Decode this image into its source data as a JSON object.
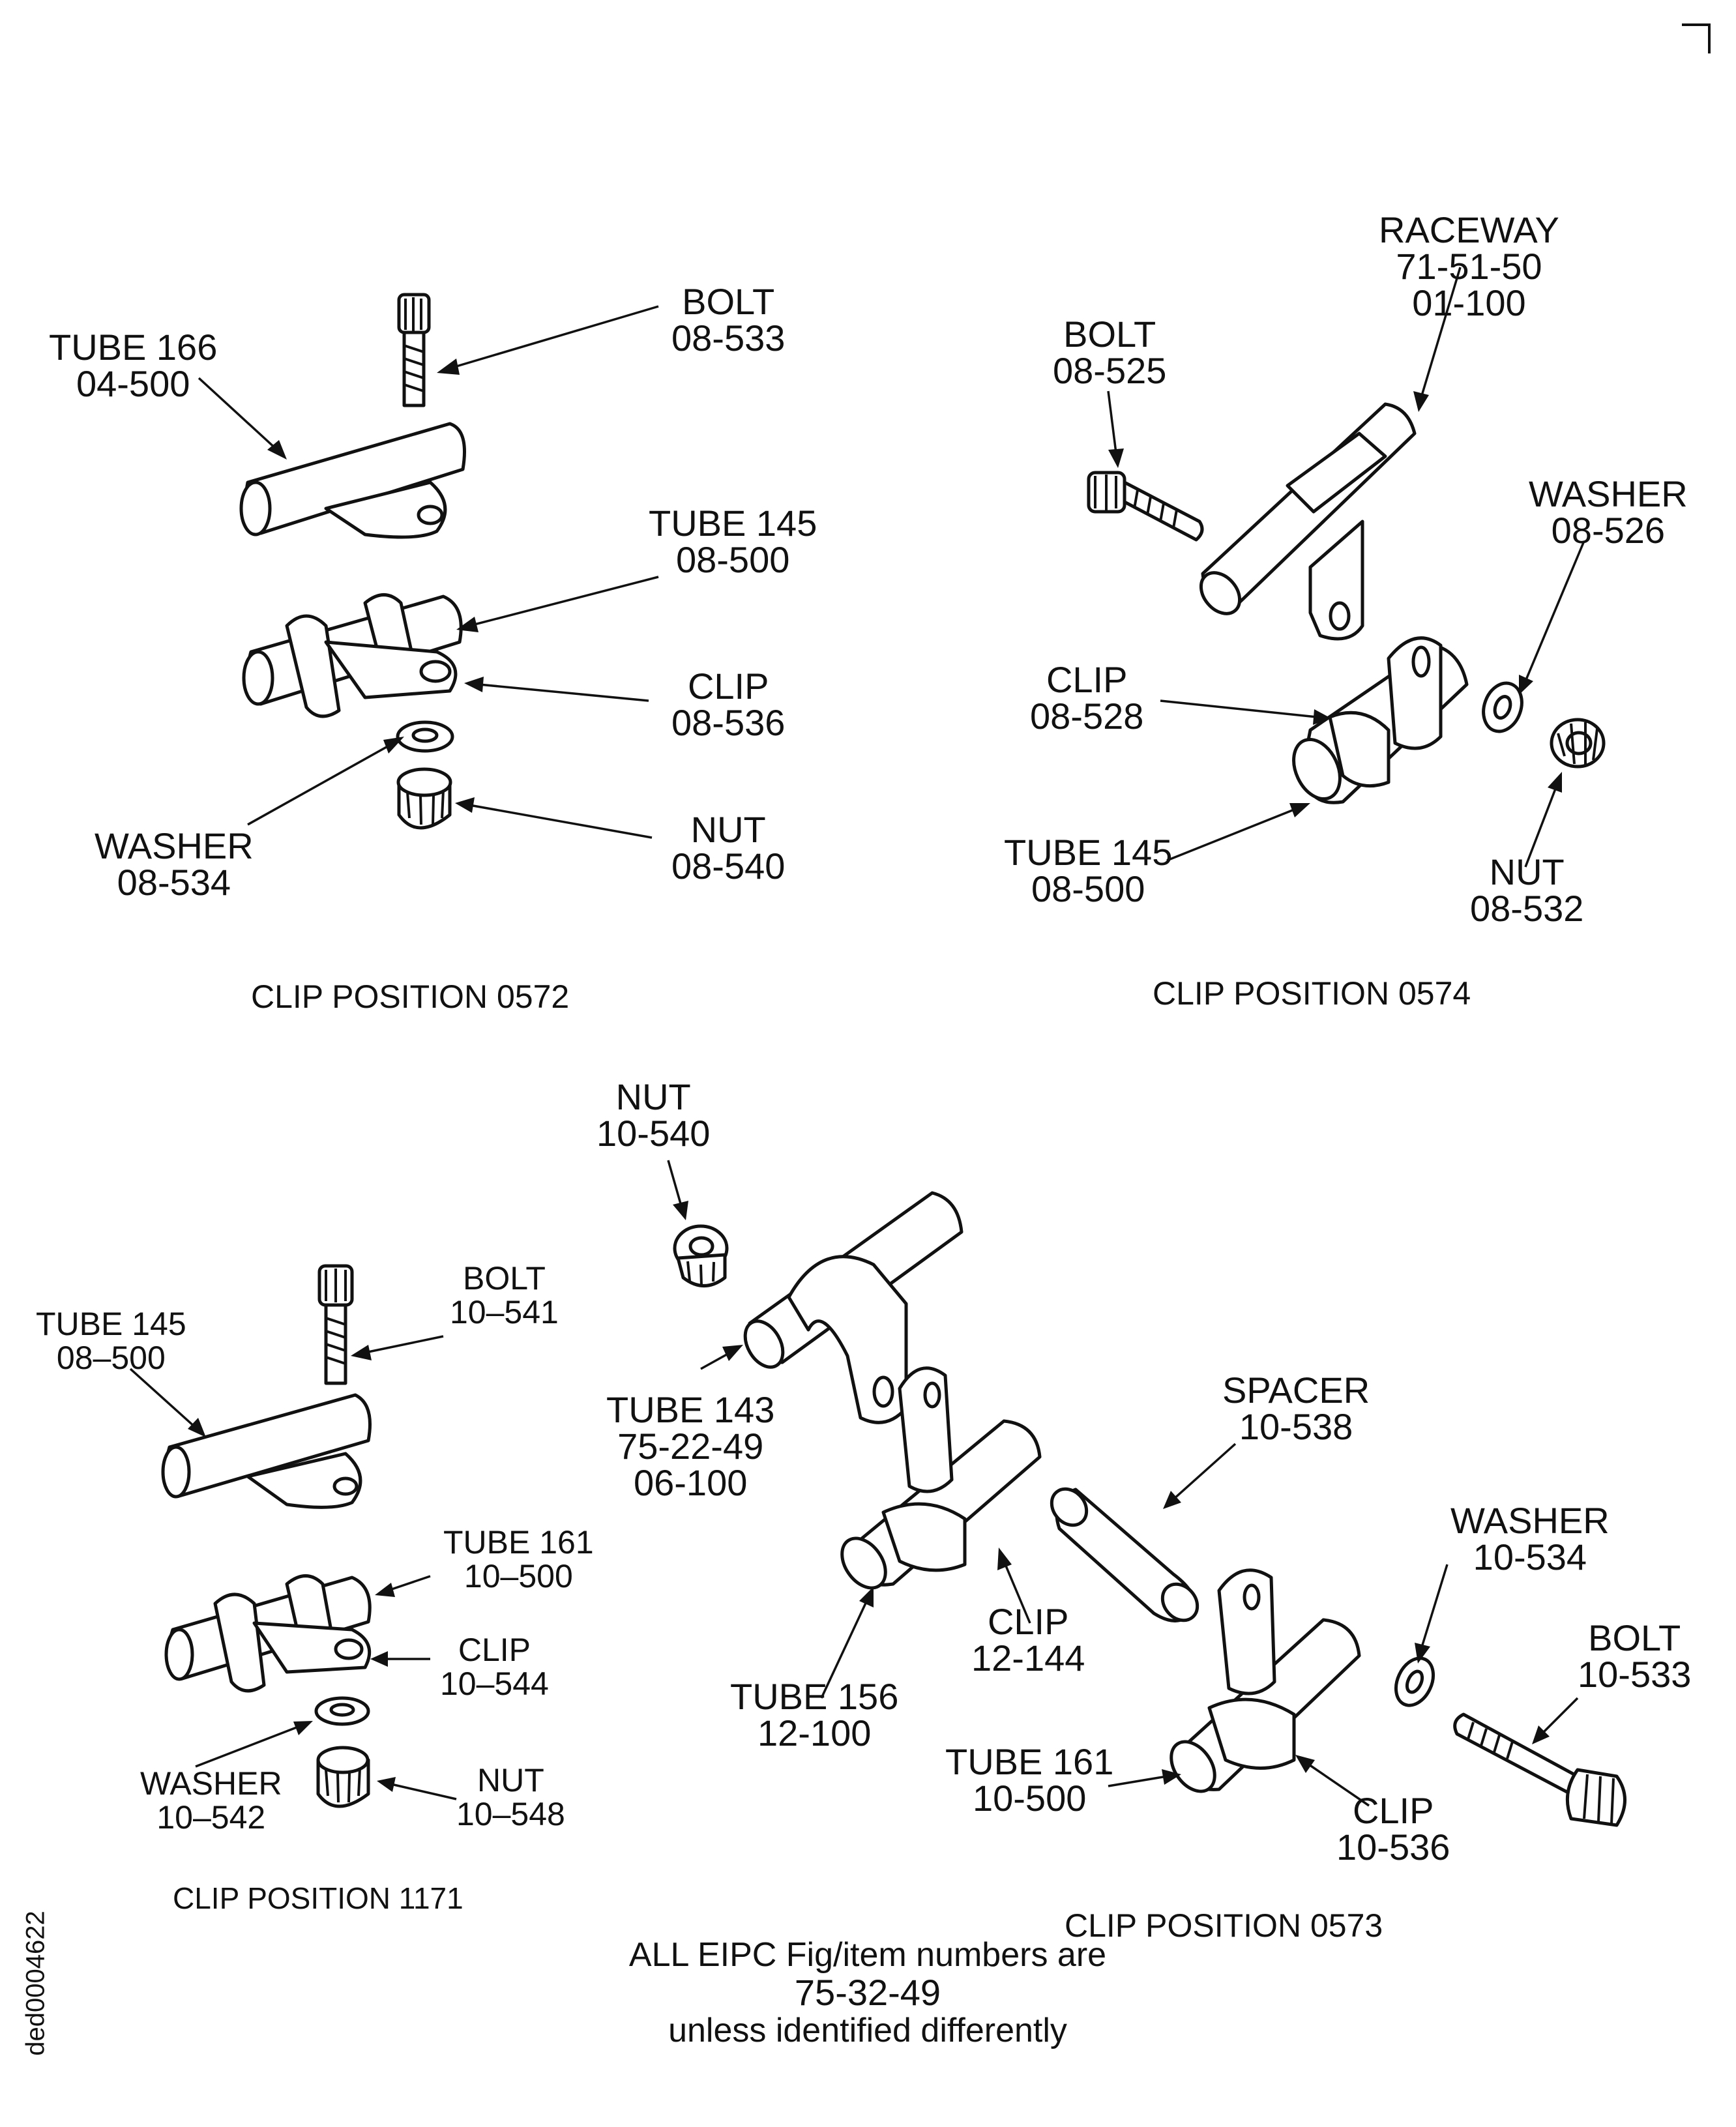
{
  "sections": {
    "pos0572": {
      "caption": "CLIP POSITION 0572",
      "labels": {
        "tube166": [
          "TUBE 166",
          "04-500"
        ],
        "bolt": [
          "BOLT",
          "08-533"
        ],
        "tube145": [
          "TUBE 145",
          "08-500"
        ],
        "clip": [
          "CLIP",
          "08-536"
        ],
        "washer": [
          "WASHER",
          "08-534"
        ],
        "nut": [
          "NUT",
          "08-540"
        ]
      }
    },
    "pos0574": {
      "caption": "CLIP POSITION 0574",
      "labels": {
        "raceway": [
          "RACEWAY",
          "71-51-50",
          "01-100"
        ],
        "bolt": [
          "BOLT",
          "08-525"
        ],
        "washer": [
          "WASHER",
          "08-526"
        ],
        "clip": [
          "CLIP",
          "08-528"
        ],
        "tube145": [
          "TUBE 145",
          "08-500"
        ],
        "nut": [
          "NUT",
          "08-532"
        ]
      }
    },
    "pos1171": {
      "caption": "CLIP POSITION 1171",
      "labels": {
        "bolt": [
          "BOLT",
          "10–541"
        ],
        "tube145": [
          "TUBE 145",
          "08–500"
        ],
        "tube161": [
          "TUBE 161",
          "10–500"
        ],
        "clip": [
          "CLIP",
          "10–544"
        ],
        "washer": [
          "WASHER",
          "10–542"
        ],
        "nut": [
          "NUT",
          "10–548"
        ]
      }
    },
    "pos0573": {
      "caption": "CLIP POSITION 0573",
      "labels": {
        "nut": [
          "NUT",
          "10-540"
        ],
        "tube143": [
          "TUBE 143",
          "75-22-49",
          "06-100"
        ],
        "spacer": [
          "SPACER",
          "10-538"
        ],
        "washer": [
          "WASHER",
          "10-534"
        ],
        "bolt": [
          "BOLT",
          "10-533"
        ],
        "tube156": [
          "TUBE 156",
          "12-100"
        ],
        "clip12": [
          "CLIP",
          "12-144"
        ],
        "tube161": [
          "TUBE 161",
          "10-500"
        ],
        "clip10": [
          "CLIP",
          "10-536"
        ]
      }
    }
  },
  "footnote": [
    "ALL EIPC Fig/item numbers are",
    "75-32-49",
    "unless identified differently"
  ],
  "figure_id": "ded0004622"
}
